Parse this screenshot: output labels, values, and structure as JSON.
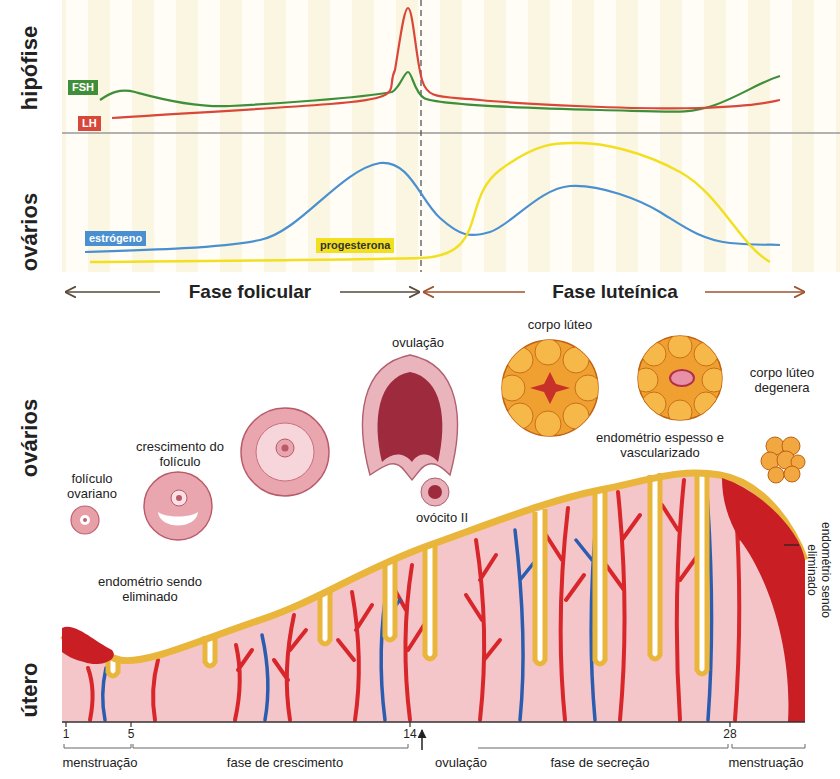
{
  "diagram": {
    "labels": [
      "hipófise",
      "ovários",
      "Fase folicular",
      "Fase luteínica",
      "ovários",
      "folículo ovariano",
      "crescimento do folículo",
      "ovulação",
      "ovócito II",
      "corpo lúteo",
      "endométrio espesso e vascularizado",
      "corpo lúteo degenera",
      "endométrio sendo eliminado",
      "endométrio sendo eliminado",
      "útero",
      "1",
      "5",
      "14",
      "menstruação",
      "fase de crescimento",
      "ovulação",
      "fase de secreção",
      "28",
      "menstruação"
    ],
    "legend": [
      {
        "text": "FSH",
        "color": "#3f8f3a"
      },
      {
        "text": "LH",
        "color": "#d9473a"
      },
      {
        "text": "estrógeno",
        "color": "#4a90d0"
      },
      {
        "text": "progesterona",
        "color": "#f2df20"
      }
    ]
  }
}
